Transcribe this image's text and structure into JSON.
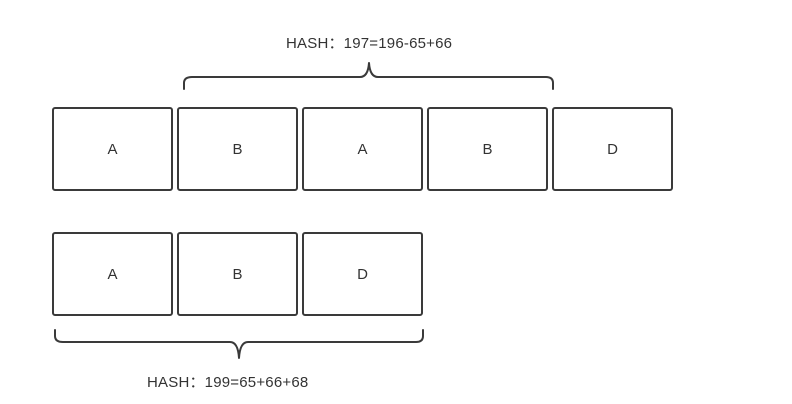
{
  "top": {
    "hash_text": "HASH：197=196-65+66",
    "cells": [
      "A",
      "B",
      "A",
      "B",
      "D"
    ]
  },
  "bottom": {
    "hash_text": "HASH：199=65+66+68",
    "cells": [
      "A",
      "B",
      "D"
    ]
  }
}
